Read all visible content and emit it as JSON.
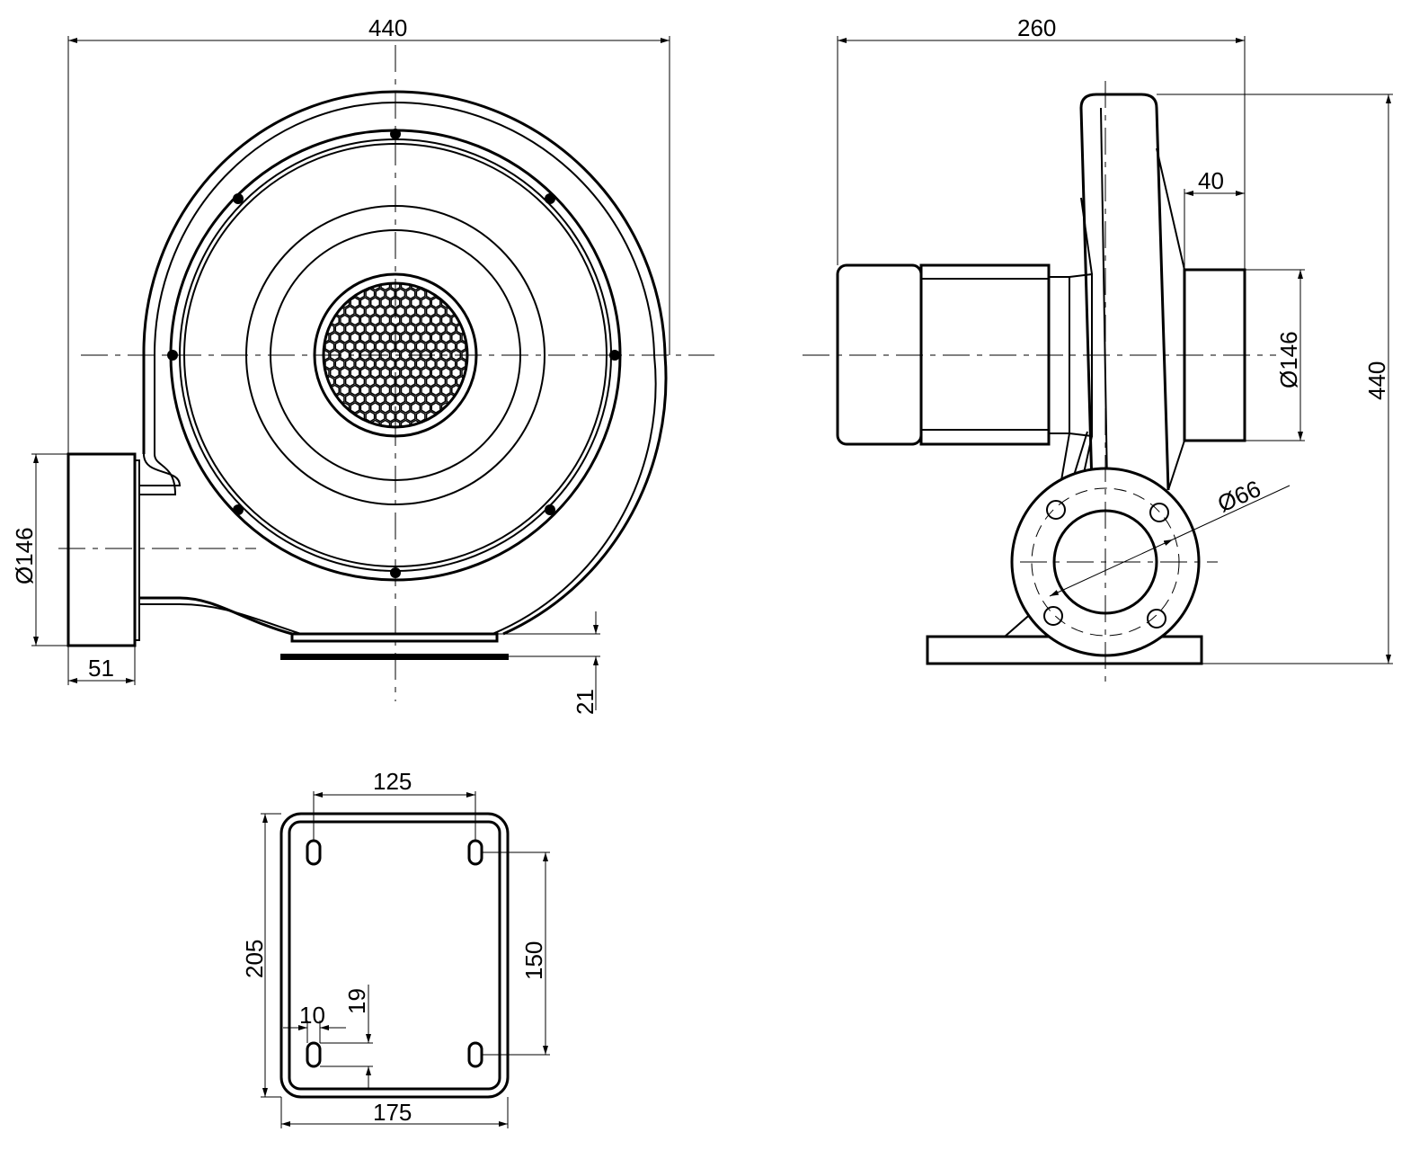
{
  "front_view": {
    "width": "440",
    "outlet_diameter": "Ø146",
    "outlet_depth": "51",
    "base_height": "21"
  },
  "side_view": {
    "depth": "260",
    "inlet_length": "40",
    "inlet_diameter": "Ø146",
    "height": "440",
    "flange_hole": "Ø66"
  },
  "base_view": {
    "hole_spacing_x": "125",
    "length": "205",
    "hole_spacing_y": "150",
    "slot_length": "19",
    "slot_width": "10",
    "width": "175"
  }
}
